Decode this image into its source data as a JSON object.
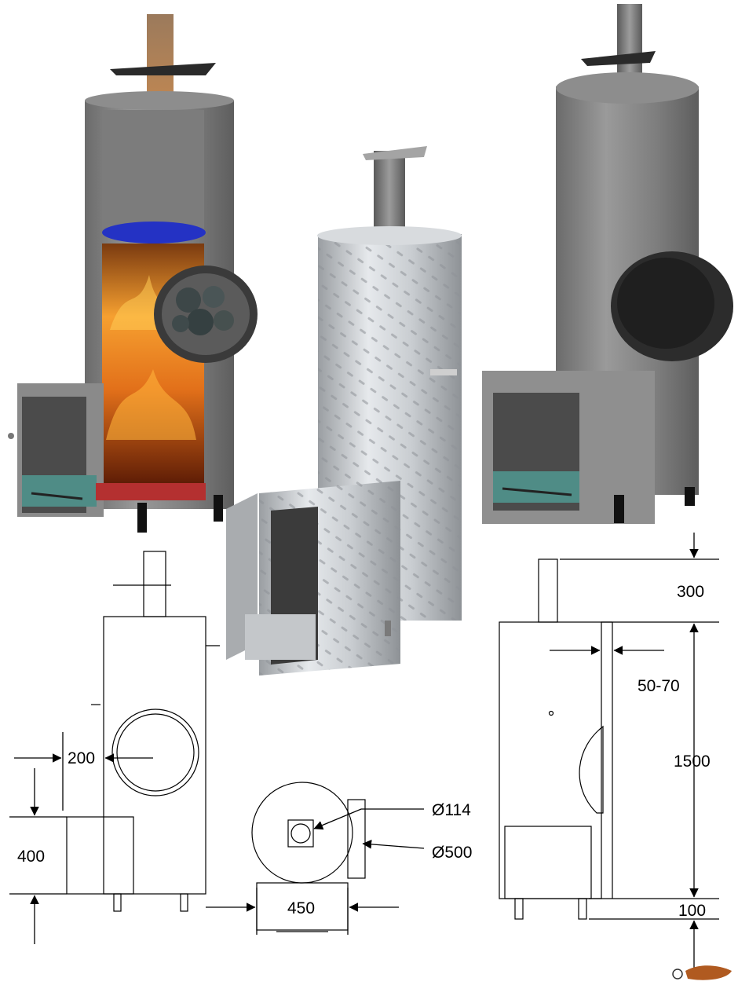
{
  "views": [
    {
      "name": "cutaway-render"
    },
    {
      "name": "photo-checkered-plate"
    },
    {
      "name": "exterior-render"
    },
    {
      "name": "front-elevation-drawing"
    },
    {
      "name": "top-plan-drawing"
    },
    {
      "name": "side-elevation-drawing"
    }
  ],
  "dimensions": {
    "chimney_height": "300",
    "water_gap": "50-70",
    "body_height": "1500",
    "leg_height": "100",
    "stone_window_offset": "200",
    "firebox_height": "400",
    "flue_diameter": "Ø114",
    "body_diameter": "Ø500",
    "firebox_width": "450"
  },
  "colors": {
    "steel": "#8a8a8a",
    "steel_dark": "#555555",
    "flame": "#f08a1c",
    "water_level": "#2432c4",
    "ash_pan": "#4f8c86"
  }
}
